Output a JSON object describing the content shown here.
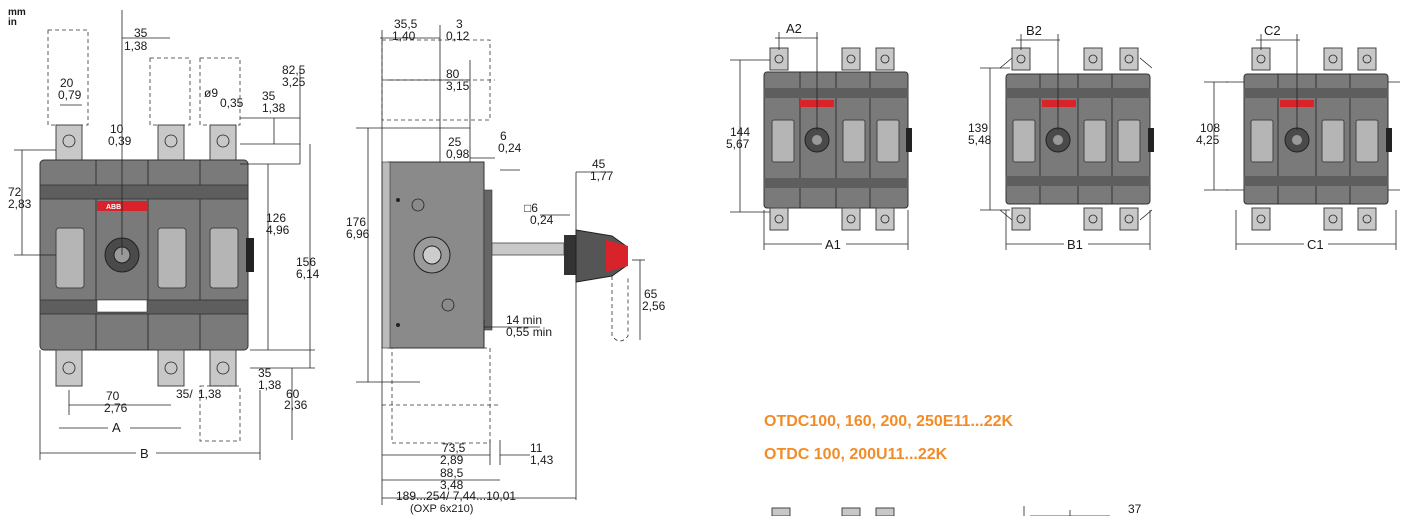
{
  "units": {
    "mm": "mm",
    "in": "in"
  },
  "front_view": {
    "dims": [
      {
        "id": "d35",
        "mm": "35",
        "in": "1,38"
      },
      {
        "id": "d20",
        "mm": "20",
        "in": "0,79"
      },
      {
        "id": "d10",
        "mm": "10",
        "in": "0,39"
      },
      {
        "id": "d9",
        "mm": "ø9",
        "in": "0,35"
      },
      {
        "id": "d82",
        "mm": "82,5",
        "in": "3,25"
      },
      {
        "id": "d35b",
        "mm": "35",
        "in": "1,38"
      },
      {
        "id": "d72",
        "mm": "72",
        "in": "2,83"
      },
      {
        "id": "d126",
        "mm": "126",
        "in": "4,96"
      },
      {
        "id": "d156",
        "mm": "156",
        "in": "6,14"
      },
      {
        "id": "d35c",
        "mm": "35",
        "in": "1,38"
      },
      {
        "id": "d60",
        "mm": "60",
        "in": "2,36"
      },
      {
        "id": "d70",
        "mm": "70",
        "in": "2,76"
      },
      {
        "id": "d35d",
        "mm": "35/",
        "in": "1,38"
      }
    ],
    "label_a": "A",
    "label_b": "B"
  },
  "side_view": {
    "dims": [
      {
        "id": "s355",
        "mm": "35,5",
        "in": "1,40"
      },
      {
        "id": "s3",
        "mm": "3",
        "in": "0,12"
      },
      {
        "id": "s80",
        "mm": "80",
        "in": "3,15"
      },
      {
        "id": "s25",
        "mm": "25",
        "in": "0,98"
      },
      {
        "id": "s6",
        "mm": "6",
        "in": "0,24"
      },
      {
        "id": "s176",
        "mm": "176",
        "in": "6,96"
      },
      {
        "id": "s45",
        "mm": "45",
        "in": "1,77"
      },
      {
        "id": "s6sq",
        "mm": "□6",
        "in": "0,24"
      },
      {
        "id": "s65",
        "mm": "65",
        "in": "2,56"
      },
      {
        "id": "s14",
        "mm": "14 min",
        "in": "0,55 min"
      },
      {
        "id": "s735",
        "mm": "73,5",
        "in": "2,89"
      },
      {
        "id": "s11",
        "mm": "11",
        "in": "1,43"
      },
      {
        "id": "s885",
        "mm": "88,5",
        "in": "3,48"
      }
    ],
    "shaft": "189...254/ 7,44...10,01",
    "shaft_note": "(OXP 6x210)"
  },
  "variants": [
    {
      "id": "a",
      "top": "A2",
      "bottom": "A1",
      "h_mm": "144",
      "h_in": "5,67"
    },
    {
      "id": "b",
      "top": "B2",
      "bottom": "B1",
      "h_mm": "139",
      "h_in": "5,48"
    },
    {
      "id": "c",
      "top": "C2",
      "bottom": "C1",
      "h_mm": "108",
      "h_in": "4,25"
    }
  ],
  "brand": "ABB",
  "titles": {
    "line1": "OTDC100, 160, 200, 250E11...22K",
    "line2": "OTDC 100, 200U11...22K"
  },
  "bottom_fragment": "37",
  "colors": {
    "title": "#f28c28",
    "brand": "#d9232a",
    "body": "#7a7a7a"
  }
}
